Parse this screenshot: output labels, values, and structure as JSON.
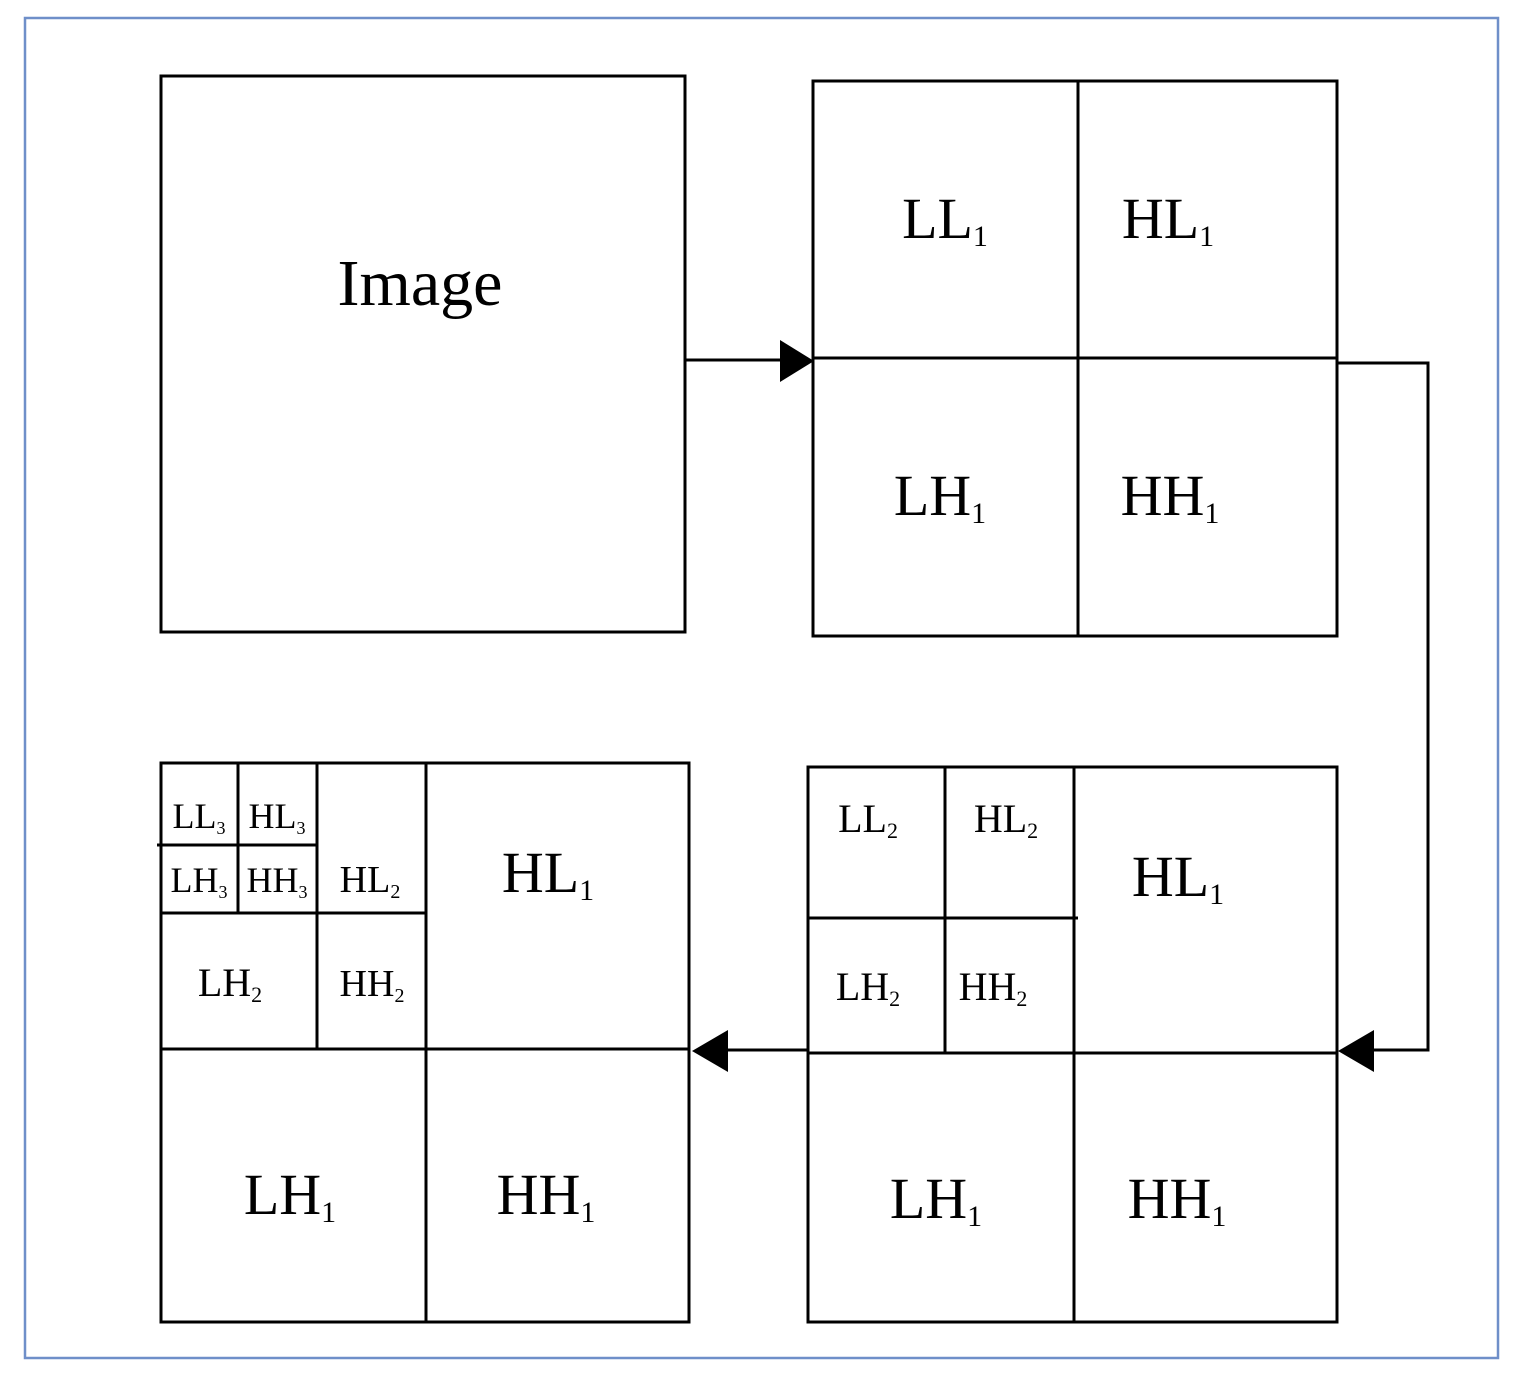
{
  "colors": {
    "frame": "#6f8fc9",
    "line": "#000000",
    "background": "#ffffff"
  },
  "image_block": {
    "label": "Image"
  },
  "level1": {
    "ll": {
      "base": "LL",
      "sub": "1"
    },
    "hl": {
      "base": "HL",
      "sub": "1"
    },
    "lh": {
      "base": "LH",
      "sub": "1"
    },
    "hh": {
      "base": "HH",
      "sub": "1"
    }
  },
  "level2": {
    "ll2": {
      "base": "LL",
      "sub": "2"
    },
    "hl2": {
      "base": "HL",
      "sub": "2"
    },
    "lh2": {
      "base": "LH",
      "sub": "2"
    },
    "hh2": {
      "base": "HH",
      "sub": "2"
    },
    "hl1": {
      "base": "HL",
      "sub": "1"
    },
    "lh1": {
      "base": "LH",
      "sub": "1"
    },
    "hh1": {
      "base": "HH",
      "sub": "1"
    }
  },
  "level3": {
    "ll3": {
      "base": "LL",
      "sub": "3"
    },
    "hl3": {
      "base": "HL",
      "sub": "3"
    },
    "lh3": {
      "base": "LH",
      "sub": "3"
    },
    "hh3": {
      "base": "HH",
      "sub": "3"
    },
    "hl2": {
      "base": "HL",
      "sub": "2"
    },
    "lh2": {
      "base": "LH",
      "sub": "2"
    },
    "hh2": {
      "base": "HH",
      "sub": "2"
    },
    "hl1": {
      "base": "HL",
      "sub": "1"
    },
    "lh1": {
      "base": "LH",
      "sub": "1"
    },
    "hh1": {
      "base": "HH",
      "sub": "1"
    }
  }
}
